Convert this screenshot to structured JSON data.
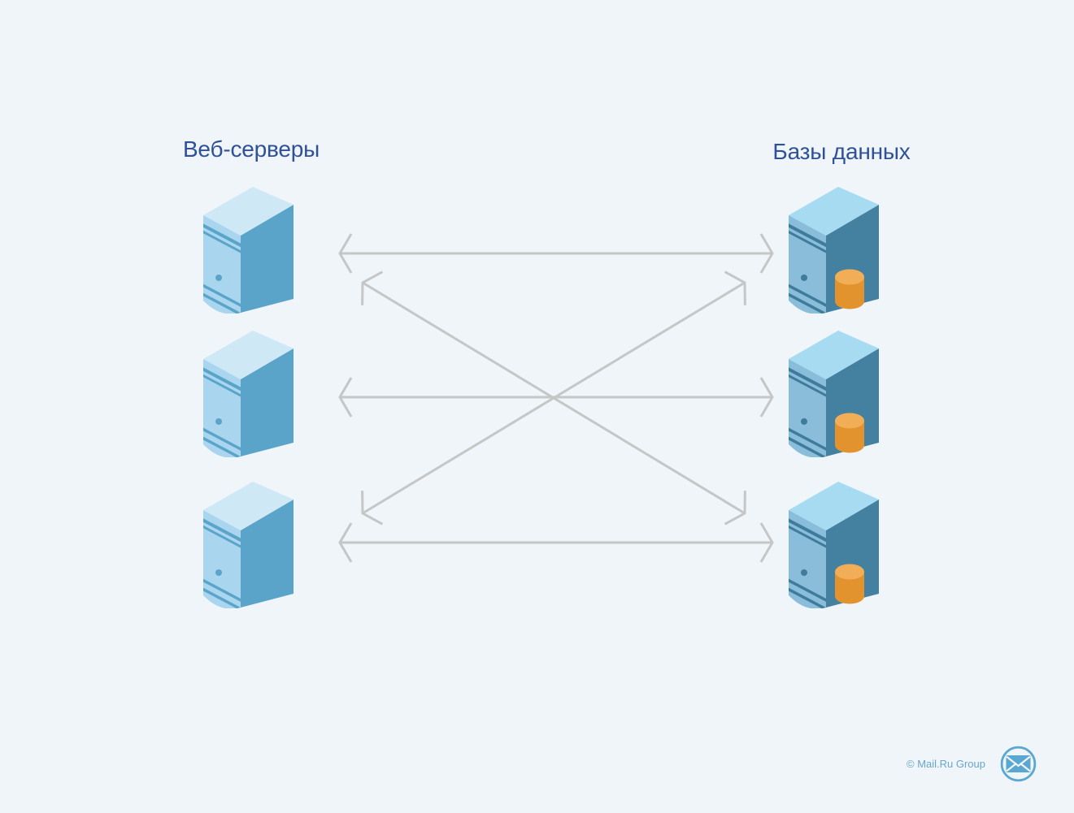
{
  "page": {
    "background_color": "#f0f5fa"
  },
  "diagram": {
    "left_group": {
      "title": "Веб-серверы",
      "nodes": [
        {
          "id": "web-server-1",
          "icon": "web-server-icon"
        },
        {
          "id": "web-server-2",
          "icon": "web-server-icon"
        },
        {
          "id": "web-server-3",
          "icon": "web-server-icon"
        }
      ]
    },
    "right_group": {
      "title": "Базы данных",
      "nodes": [
        {
          "id": "database-1",
          "icon": "database-server-icon"
        },
        {
          "id": "database-2",
          "icon": "database-server-icon"
        },
        {
          "id": "database-3",
          "icon": "database-server-icon"
        }
      ]
    },
    "connections": [
      {
        "from": "web-server-1",
        "to": "database-1",
        "bidirectional": true
      },
      {
        "from": "web-server-2",
        "to": "database-2",
        "bidirectional": true
      },
      {
        "from": "web-server-3",
        "to": "database-3",
        "bidirectional": true
      },
      {
        "from": "web-server-1",
        "to": "database-3",
        "bidirectional": true
      },
      {
        "from": "web-server-3",
        "to": "database-1",
        "bidirectional": true
      }
    ],
    "colors": {
      "title_text": "#2f5198",
      "arrow": "#c5c6c6",
      "web_server": {
        "top": "#cfe8f6",
        "front": "#a9d6ee",
        "side": "#5ba4c9",
        "detail": "#5ba4c9"
      },
      "database_server": {
        "top": "#a6dbf2",
        "front": "#8abdd9",
        "side": "#44809f",
        "detail": "#3f7b9b",
        "cylinder_top": "#f2ae57",
        "cylinder_body": "#e2932d"
      }
    }
  },
  "footer": {
    "copyright": "© Mail.Ru Group",
    "logo": "mailru-envelope-icon",
    "text_color": "#68a7cd",
    "logo_color": "#5aa7d2"
  }
}
